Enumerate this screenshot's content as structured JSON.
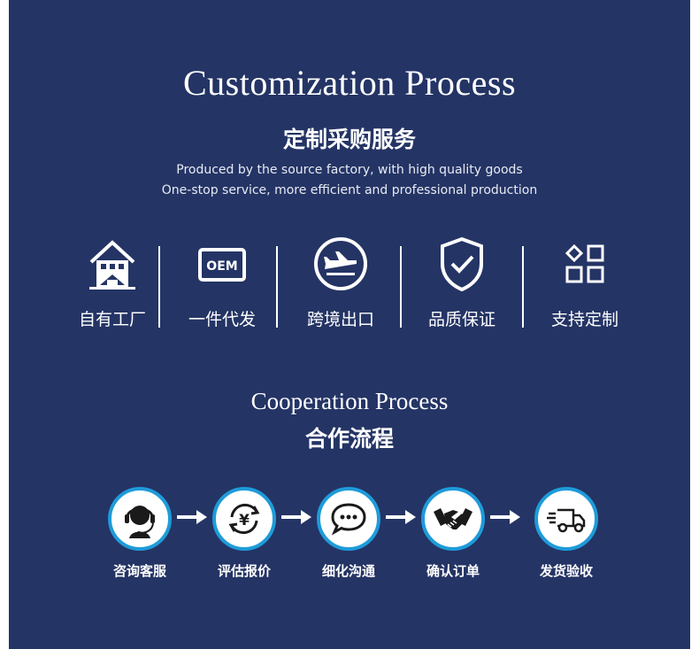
{
  "header": {
    "title_en": "Customization Process",
    "title_zh": "定制采购服务",
    "subtitle_1": "Produced by the source factory, with high quality goods",
    "subtitle_2": "One-stop service, more efficient and professional production"
  },
  "features": [
    {
      "icon": "factory-building-icon",
      "label": "自有工厂"
    },
    {
      "icon": "oem-icon",
      "label": "一件代发",
      "icon_text": "OEM"
    },
    {
      "icon": "airplane-icon",
      "label": "跨境出口"
    },
    {
      "icon": "shield-check-icon",
      "label": "品质保证"
    },
    {
      "icon": "grid-blocks-icon",
      "label": "支持定制"
    }
  ],
  "cooperation": {
    "title_en": "Cooperation Process",
    "title_zh": "合作流程",
    "steps": [
      {
        "icon": "headset-agent-icon",
        "label": "咨询客服"
      },
      {
        "icon": "yen-refresh-icon",
        "label": "评估报价",
        "icon_text": "¥"
      },
      {
        "icon": "chat-bubble-icon",
        "label": "细化沟通"
      },
      {
        "icon": "handshake-icon",
        "label": "确认订单"
      },
      {
        "icon": "delivery-truck-icon",
        "label": "发货验收"
      }
    ]
  },
  "colors": {
    "background": "#243465",
    "text": "#ffffff",
    "circle_border": "#1e9bd9",
    "icon_dark": "#1a1a1a"
  }
}
